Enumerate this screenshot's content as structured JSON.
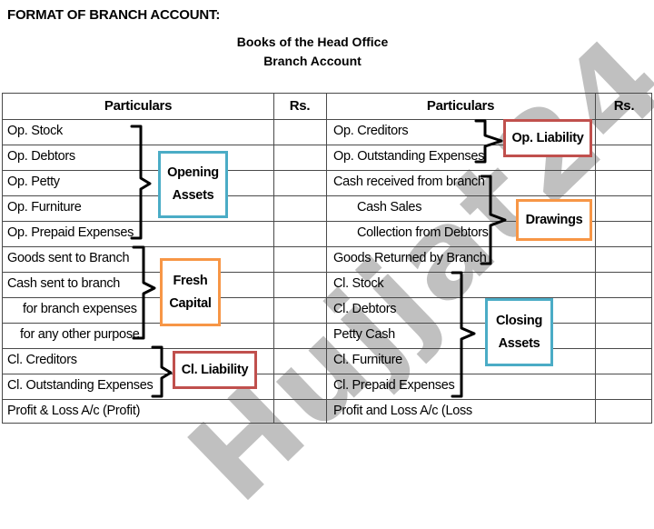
{
  "heading": "FORMAT OF BRANCH ACCOUNT:",
  "subheading1": "Books of the Head Office",
  "subheading2": "Branch Account",
  "watermark": "Hujjat24",
  "columns": {
    "left_particulars": "Particulars",
    "left_rs": "Rs.",
    "right_particulars": "Particulars",
    "right_rs": "Rs."
  },
  "left_rows": [
    "Op. Stock",
    "Op. Debtors",
    "Op. Petty",
    "Op. Furniture",
    "Op. Prepaid Expenses",
    "Goods sent to Branch",
    "Cash sent to branch",
    "for branch expenses",
    "for any other purpose",
    "Cl. Creditors",
    "Cl. Outstanding Expenses",
    "Profit & Loss A/c (Profit)"
  ],
  "right_rows": [
    "Op. Creditors",
    "Op. Outstanding Expenses",
    "Cash received from branch",
    "Cash Sales",
    "Collection from Debtors",
    "Goods Returned by Branch",
    "Cl. Stock",
    "Cl. Debtors",
    "Petty Cash",
    "Cl. Furniture",
    "Cl. Prepaid Expenses",
    "Profit and Loss A/c (Loss"
  ],
  "labels": {
    "opening_assets_1": "Opening",
    "opening_assets_2": "Assets",
    "fresh_capital_1": "Fresh",
    "fresh_capital_2": "Capital",
    "cl_liability": "Cl. Liability",
    "op_liability": "Op. Liability",
    "drawings": "Drawings",
    "closing_assets_1": "Closing",
    "closing_assets_2": "Assets"
  },
  "colors": {
    "opening_assets_border": "#4bacc6",
    "fresh_capital_border": "#f79646",
    "cl_liability_border": "#c0504d",
    "op_liability_border": "#c0504d",
    "drawings_border": "#f79646",
    "closing_assets_border": "#4bacc6",
    "watermark": "#b3b3b3"
  }
}
